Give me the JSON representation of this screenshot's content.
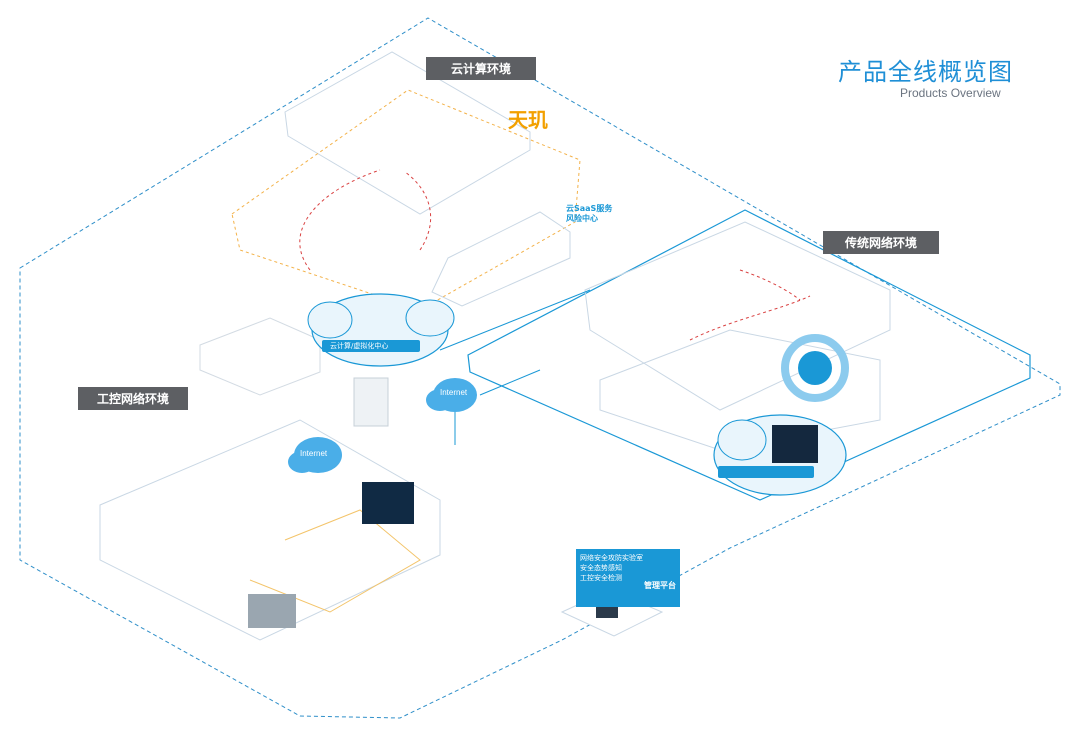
{
  "header": {
    "title_cn": "产品全线概览图",
    "title_en": "Products Overview"
  },
  "zones": {
    "cloud": "云计算环境",
    "traditional": "传统网络环境",
    "ics": "工控网络环境"
  },
  "labels": {
    "tianji": "天玑",
    "saas": "云SaaS服务\n风险中心",
    "internet": "Internet",
    "cloud_platform": "云计算/虚拟化中心"
  },
  "management_card": {
    "lines": [
      "网络安全攻防实验室",
      "安全态势感知",
      "工控安全检测"
    ],
    "platform": "管理平台"
  },
  "colors": {
    "accent": "#1a98d6",
    "dashed_boundary": "#2f8fc9",
    "tag_bg": "#5d5f63",
    "orange_dash": "#f3b24a",
    "red_dash": "#d94141"
  }
}
